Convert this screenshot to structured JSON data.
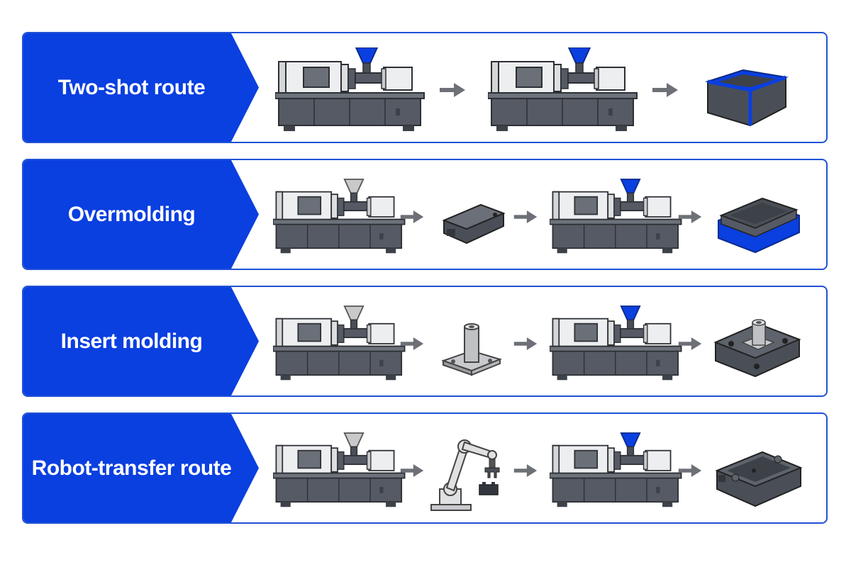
{
  "colors": {
    "accent": "#0a3fe0",
    "frame": "#2152d6",
    "machine_dark": "#555a64",
    "machine_light": "#eceeef",
    "hopper_gray": "#c8c9cb",
    "arrow": "#6d7076"
  },
  "routes": [
    {
      "label": "Two-shot route",
      "steps": [
        {
          "kind": "machine",
          "icon": "injection-molding-machine-icon",
          "hopper": "blue"
        },
        {
          "kind": "arrow",
          "icon": "arrow-right-icon"
        },
        {
          "kind": "machine",
          "icon": "injection-molding-machine-icon",
          "hopper": "blue"
        },
        {
          "kind": "arrow",
          "icon": "arrow-right-icon"
        },
        {
          "kind": "part",
          "icon": "two-material-tray-icon"
        }
      ]
    },
    {
      "label": "Overmolding",
      "steps": [
        {
          "kind": "machine",
          "icon": "injection-molding-machine-icon",
          "hopper": "gray"
        },
        {
          "kind": "arrow",
          "icon": "arrow-right-icon"
        },
        {
          "kind": "part",
          "icon": "substrate-part-icon"
        },
        {
          "kind": "arrow",
          "icon": "arrow-right-icon"
        },
        {
          "kind": "machine",
          "icon": "injection-molding-machine-icon",
          "hopper": "blue"
        },
        {
          "kind": "arrow",
          "icon": "arrow-right-icon"
        },
        {
          "kind": "part",
          "icon": "overmolded-part-icon"
        }
      ]
    },
    {
      "label": "Insert molding",
      "steps": [
        {
          "kind": "machine",
          "icon": "injection-molding-machine-icon",
          "hopper": "gray"
        },
        {
          "kind": "arrow",
          "icon": "arrow-right-icon"
        },
        {
          "kind": "part",
          "icon": "metal-insert-icon"
        },
        {
          "kind": "arrow",
          "icon": "arrow-right-icon"
        },
        {
          "kind": "machine",
          "icon": "injection-molding-machine-icon",
          "hopper": "blue"
        },
        {
          "kind": "arrow",
          "icon": "arrow-right-icon"
        },
        {
          "kind": "part",
          "icon": "insert-molded-part-icon"
        }
      ]
    },
    {
      "label": "Robot-transfer route",
      "steps": [
        {
          "kind": "machine",
          "icon": "injection-molding-machine-icon",
          "hopper": "gray"
        },
        {
          "kind": "arrow",
          "icon": "arrow-right-icon"
        },
        {
          "kind": "part",
          "icon": "robot-arm-icon"
        },
        {
          "kind": "arrow",
          "icon": "arrow-right-icon"
        },
        {
          "kind": "machine",
          "icon": "injection-molding-machine-icon",
          "hopper": "blue"
        },
        {
          "kind": "arrow",
          "icon": "arrow-right-icon"
        },
        {
          "kind": "part",
          "icon": "housing-part-icon"
        }
      ]
    }
  ]
}
